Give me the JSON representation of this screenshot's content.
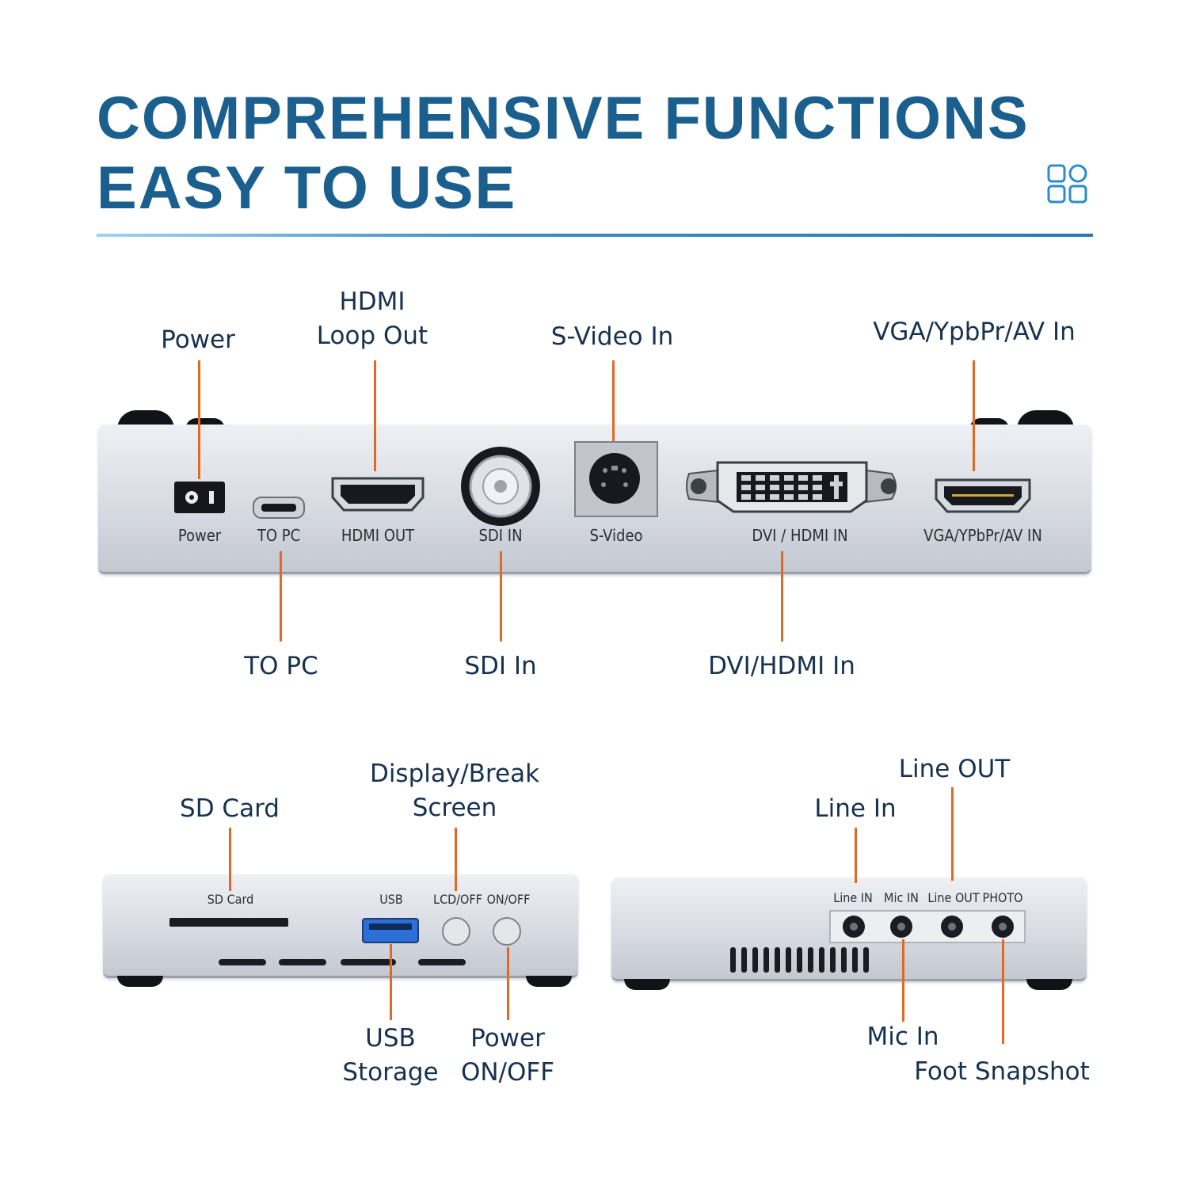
{
  "header": {
    "title_line1": "COMPREHENSIVE FUNCTIONS",
    "title_line2": "EASY TO USE",
    "icon": "grid-apps-icon",
    "accent_color": "#1a5f8d"
  },
  "rear_panel": {
    "callouts": {
      "power": "Power",
      "hdmi_loop_out_l1": "HDMI",
      "hdmi_loop_out_l2": "Loop Out",
      "svideo_in": "S-Video In",
      "vga_in": "VGA/YpbPr/AV In",
      "to_pc": "TO PC",
      "sdi_in": "SDI In",
      "dvi_hdmi_in": "DVI/HDMI In"
    },
    "port_labels": {
      "power": "Power",
      "to_pc": "TO PC",
      "hdmi_out": "HDMI OUT",
      "sdi_in": "SDI IN",
      "svideo": "S-Video",
      "dvi_hdmi_in": "DVI / HDMI IN",
      "vga_in": "VGA/YPbPr/AV IN"
    }
  },
  "front_panel": {
    "callouts": {
      "sd_card": "SD Card",
      "display_l1": "Display/Break",
      "display_l2": "Screen",
      "usb_l1": "USB",
      "usb_l2": "Storage",
      "power_l1": "Power",
      "power_l2": "ON/OFF"
    },
    "port_labels": {
      "sd_card": "SD Card",
      "usb": "USB",
      "lcd_off": "LCD/OFF",
      "on_off": "ON/OFF"
    }
  },
  "side_panel": {
    "callouts": {
      "line_out": "Line OUT",
      "line_in": "Line In",
      "mic_in": "Mic In",
      "foot_snapshot": "Foot Snapshot"
    },
    "port_labels": {
      "line_in": "Line IN",
      "mic_in": "Mic IN",
      "line_out": "Line OUT",
      "photo": "PHOTO"
    }
  },
  "colors": {
    "callout_line": "#e06a22",
    "label_text": "#17324f",
    "usb_port": "#2d6fd6"
  }
}
